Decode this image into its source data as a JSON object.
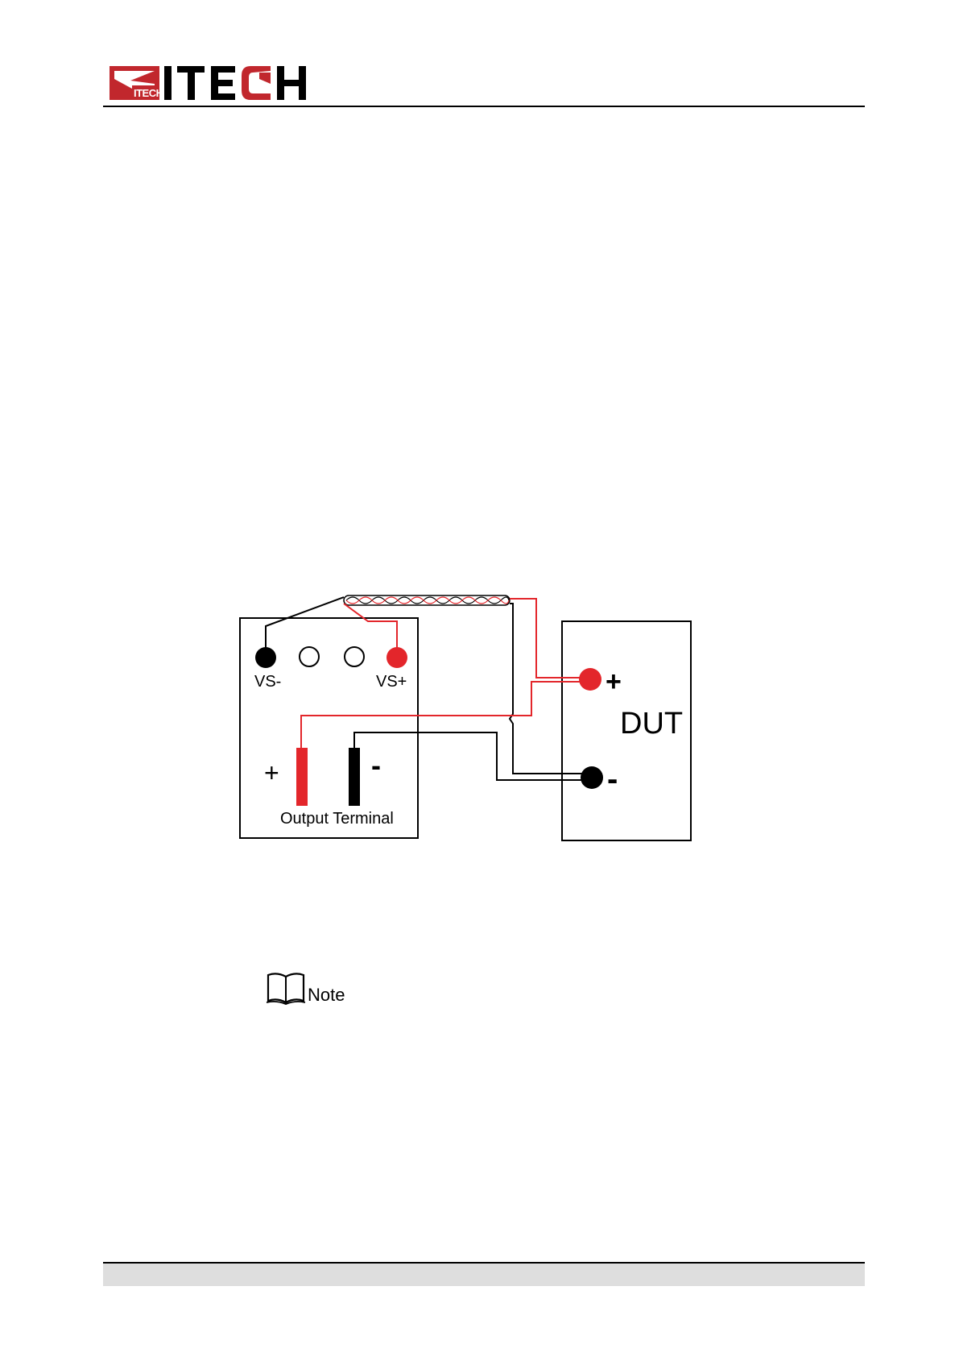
{
  "header": {
    "logo_emblem_text": "ITECH",
    "logo_word": "ITECH",
    "brand_color": "#c1272d"
  },
  "diagram": {
    "sense_minus_label": "VS-",
    "sense_plus_label": "VS+",
    "output_plus_sign": "+",
    "output_minus_sign": "-",
    "output_terminal_label": "Output Terminal",
    "dut_label": "DUT",
    "dut_plus_sign": "+",
    "dut_minus_sign": "-",
    "wire_colors": {
      "positive": "#e3262b",
      "negative": "#000000"
    }
  },
  "note": {
    "label": "Note",
    "icon": "book-icon"
  }
}
